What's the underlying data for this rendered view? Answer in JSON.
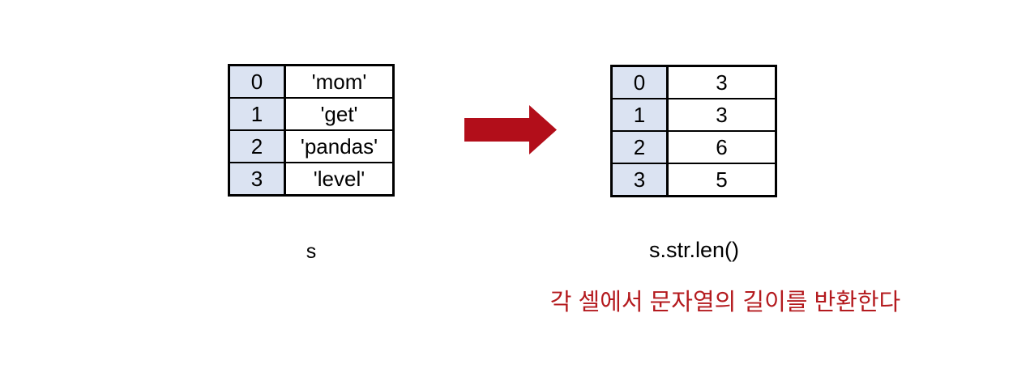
{
  "left_table": {
    "label": "s",
    "rows": [
      {
        "index": "0",
        "value": "'mom'"
      },
      {
        "index": "1",
        "value": "'get'"
      },
      {
        "index": "2",
        "value": "'pandas'"
      },
      {
        "index": "3",
        "value": "'level'"
      }
    ]
  },
  "right_table": {
    "label": "s.str.len()",
    "rows": [
      {
        "index": "0",
        "value": "3"
      },
      {
        "index": "1",
        "value": "3"
      },
      {
        "index": "2",
        "value": "6"
      },
      {
        "index": "3",
        "value": "5"
      }
    ]
  },
  "caption": "각 셀에서 문자열의 길이를 반환한다",
  "icons": {
    "arrow": "right-block-arrow-icon"
  },
  "colors": {
    "arrow_red": "#b20e1a",
    "caption_red": "#b41a1e",
    "index_cell_bg": "#dbe3f2",
    "table_border": "#000000"
  }
}
